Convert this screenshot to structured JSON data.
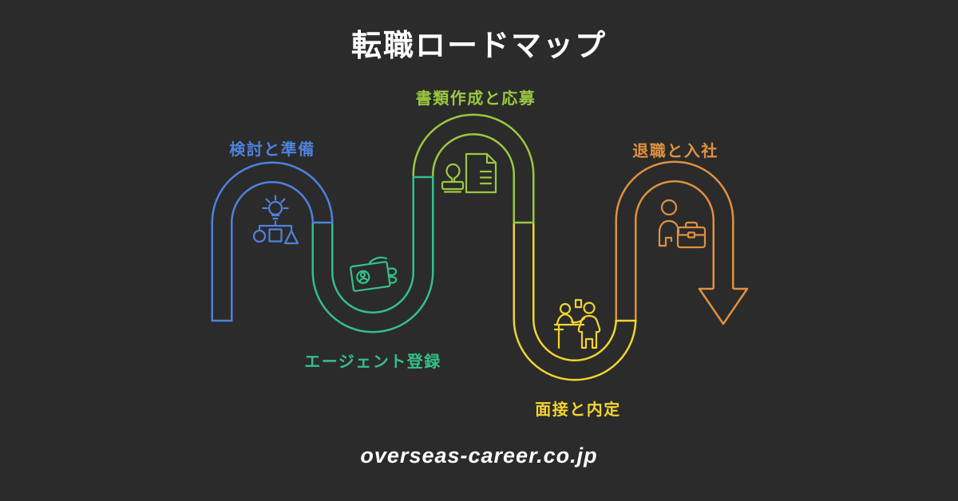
{
  "page": {
    "background": "#2b2b2b",
    "title": "転職ロードマップ",
    "title_color": "#ffffff",
    "footer": "overseas-career.co.jp"
  },
  "stages": [
    {
      "label": "検討と準備",
      "color": "#4e82dd",
      "icon": "idea-options-icon"
    },
    {
      "label": "エージェント登録",
      "color": "#34bf8b",
      "icon": "agent-card-icon"
    },
    {
      "label": "書類作成と応募",
      "color": "#9bc83e",
      "icon": "document-stamp-icon"
    },
    {
      "label": "面接と内定",
      "color": "#f2d430",
      "icon": "interview-icon"
    },
    {
      "label": "退職と入社",
      "color": "#e0913f",
      "icon": "person-briefcase-icon"
    }
  ]
}
